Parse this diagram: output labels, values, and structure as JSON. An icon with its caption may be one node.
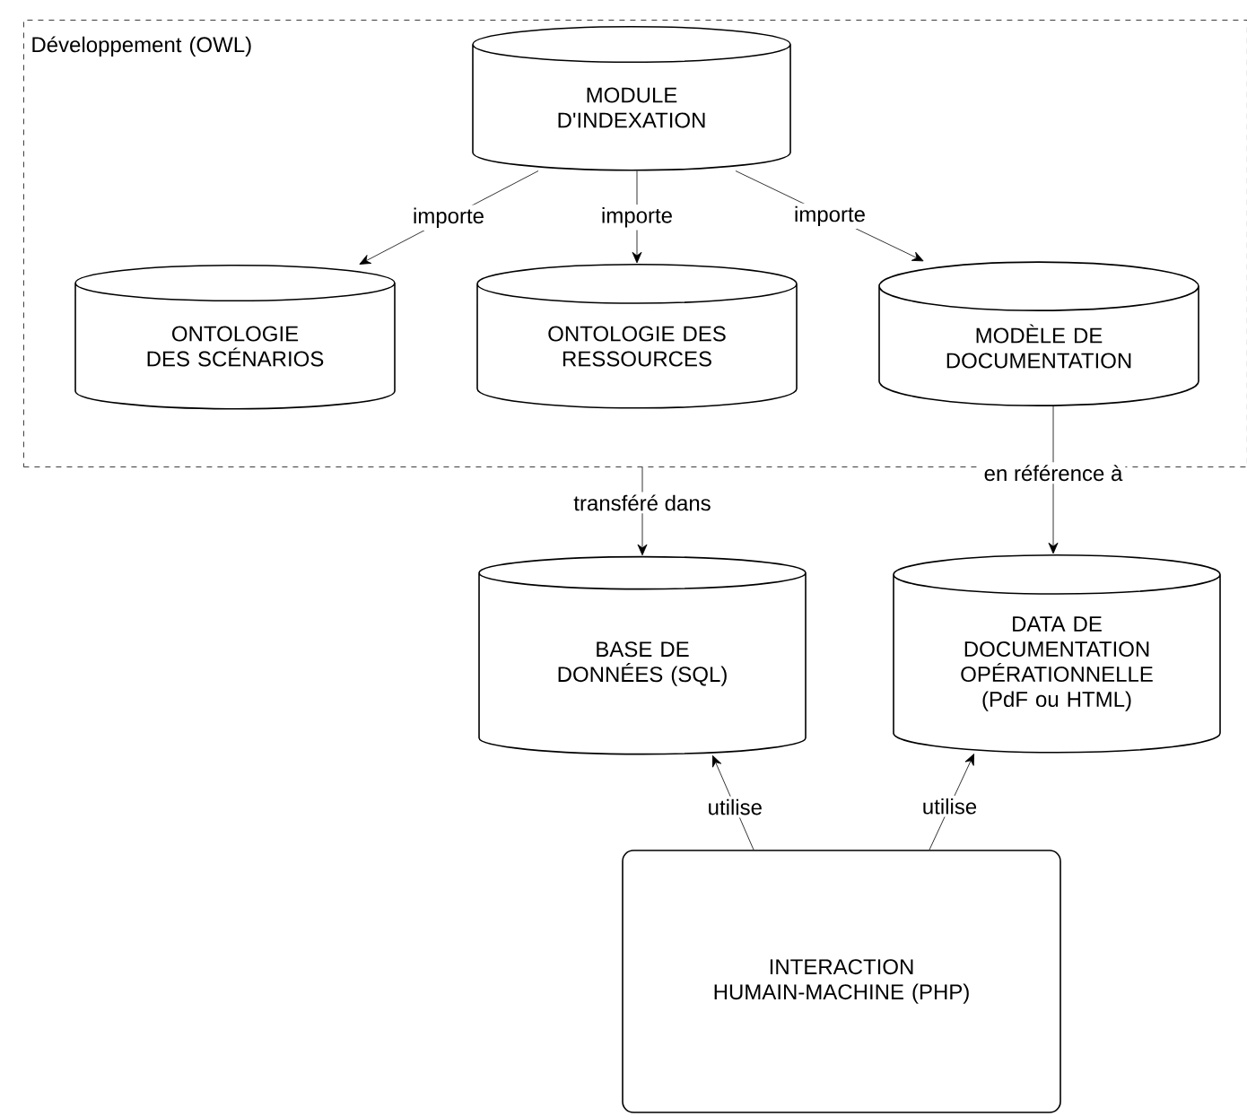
{
  "diagram": {
    "nodes": [
      {
        "text": [
          "Développement (OWL)"
        ]
      },
      {
        "text": [
          "MODULE D'INDEXATION"
        ],
        "in": 0
      },
      {
        "text": [
          "ONTOLOGIE DES SCÉNARIOS"
        ],
        "in": 0
      },
      {
        "text": [
          "ONTOLOGIE DES RESSOURCES"
        ],
        "in": 0
      },
      {
        "text": [
          "MODÈLE DE DOCUMENTATION"
        ],
        "in": 0
      },
      {
        "text": [
          "BASE DE DONNÉES (SQL)"
        ]
      },
      {
        "text": [
          "DATA DE DOCUMENTATION OPÉRATIONNELLE (PdF ou HTML)"
        ]
      },
      {
        "text": [
          "INTERACTION HUMAIN-MACHINE (PHP)"
        ]
      }
    ],
    "edges": [
      {
        "from": 1,
        "to": 2,
        "arrow": "to",
        "label": "importe"
      },
      {
        "from": 1,
        "to": 3,
        "arrow": "to",
        "label": "importe"
      },
      {
        "from": 1,
        "to": 4,
        "arrow": "to",
        "label": "importe"
      },
      {
        "from": 0,
        "to": 5,
        "arrow": "to",
        "label": "transféré dans"
      },
      {
        "from": 4,
        "to": 6,
        "arrow": "to",
        "label": "en référence à"
      },
      {
        "from": 7,
        "to": 5,
        "arrow": "to",
        "label": "utilise"
      },
      {
        "from": 7,
        "to": 6,
        "arrow": "to",
        "label": "utilise"
      }
    ]
  }
}
